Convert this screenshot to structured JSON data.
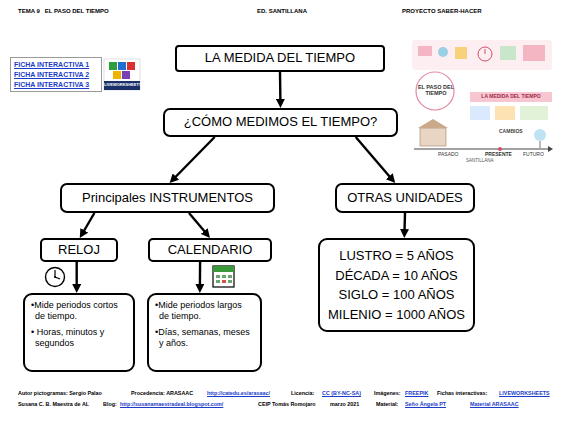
{
  "diagram": {
    "nodes": [
      {
        "text": [
          "FICHA INTERACTIVA 1",
          "FICHA INTERACTIVA 2",
          "FICHA INTERACTIVA 3"
        ]
      },
      {
        "text": [
          "LA MEDIDA DEL TIEMPO"
        ]
      },
      {
        "text": [
          "¿CÓMO MEDIMOS EL TIEMPO?"
        ]
      },
      {
        "text": [
          "Principales INSTRUMENTOS"
        ]
      },
      {
        "text": [
          "OTRAS UNIDADES"
        ]
      },
      {
        "text": [
          "RELOJ"
        ]
      },
      {
        "text": [
          "CALENDARIO"
        ]
      },
      {
        "text": [
          "LUSTRO = 5 AÑOS",
          "DÉCADA = 10 AÑOS",
          "SIGLO = 100 AÑOS",
          "MILENIO = 1000 AÑOS"
        ]
      },
      {
        "text": [
          "•Mide periodos cortos de tiempo.",
          "• Horas, minutos y segundos"
        ]
      },
      {
        "text": [
          "•Mide periodos largos de tiempo.",
          "•Días, semanas, meses y años."
        ]
      }
    ],
    "edges": [
      {
        "from": 1,
        "to": 2,
        "arrow": "to"
      },
      {
        "from": 2,
        "to": 3,
        "arrow": "to"
      },
      {
        "from": 2,
        "to": 4,
        "arrow": "to"
      },
      {
        "from": 3,
        "to": 5,
        "arrow": "to"
      },
      {
        "from": 3,
        "to": 6,
        "arrow": "to"
      },
      {
        "from": 5,
        "to": 8,
        "arrow": "to"
      },
      {
        "from": 6,
        "to": 9,
        "arrow": "to"
      },
      {
        "from": 4,
        "to": 7,
        "arrow": "to"
      }
    ],
    "labels": [
      "TEMA 9   EL PASO DEL TIEMPO",
      "ED. SANTILLANA",
      "PROYECTO SABER-HACER",
      "LIVEWORKSHEETS",
      "EL PASO DEL TIEMPO",
      "LA MEDIDA DEL TIEMPO",
      "CAMBIOS",
      "PASADO",
      "PRESENTE",
      "FUTURO",
      "SANTILLANA",
      "Autor pictogramas: Sergio Palao",
      "Procedencia: ARASAAC",
      "http://catedu.es/arasaac/",
      "Licencia:",
      "CC (BY-NC-SA)",
      "Imágenes:",
      "FREEPIK",
      "Fichas interactivas:",
      "LIVEWORKSHEETS",
      "Susana C. B. Maestra de AL",
      "Blog:",
      "http://susanamaestradeal.blogspot.com/",
      "CEIP Tomás Romojaro",
      "marzo 2021",
      "Material:",
      "Seño Ángela PT",
      "Material ARASAAC"
    ]
  }
}
